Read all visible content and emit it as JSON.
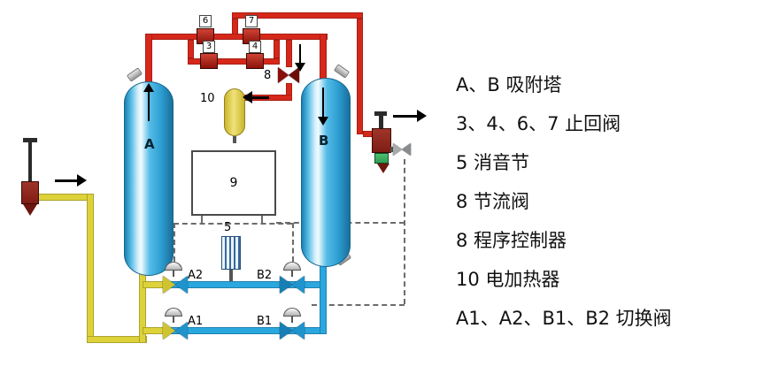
{
  "legend": {
    "items": [
      "A、B 吸附塔",
      "3、4、6、7 止回阀",
      "5 消音节",
      "8 节流阀",
      "8 程序控制器",
      "10 电加热器",
      "A1、A2、B1、B2 切换阀"
    ]
  },
  "diagram": {
    "labels": {
      "tower_a": "A",
      "tower_b": "B",
      "check_3": "3",
      "check_4": "4",
      "check_6": "6",
      "check_7": "7",
      "silencer": "5",
      "throttle": "8",
      "controller": "9",
      "heater": "10",
      "valve_a1": "A1",
      "valve_a2": "A2",
      "valve_b1": "B1",
      "valve_b2": "B2"
    },
    "flow_arrows": {
      "tower_a": "up",
      "tower_b": "down",
      "inlet": "right",
      "outlet": "right",
      "throttle_drop": "down",
      "heater_feed": "left"
    },
    "colors": {
      "pipe_hot": "#d6281a",
      "pipe_wet": "#ddd23a",
      "pipe_dry": "#2aa7de",
      "tower_blue": "#55bce6",
      "check_valve_red": "#8e120a",
      "heater_yellow": "#f0e27a",
      "regulator_maroon": "#7e1d15",
      "regulator_green": "#2f9e4f"
    }
  }
}
